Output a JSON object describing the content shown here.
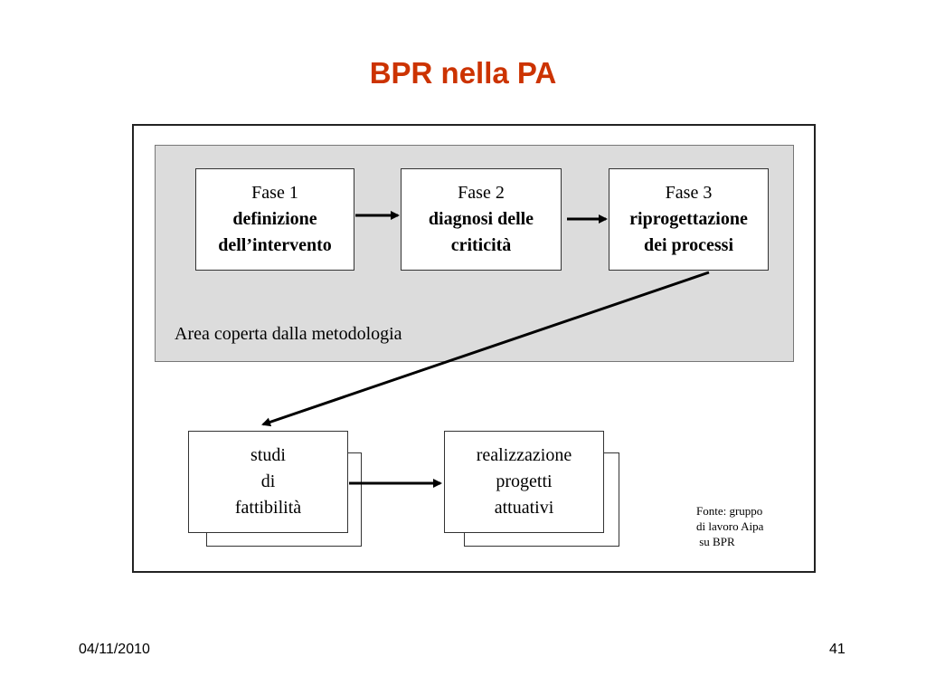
{
  "slide": {
    "title": "BPR nella PA"
  },
  "diagram": {
    "area_label": "Area coperta dalla metodologia",
    "phases": [
      {
        "line1": "Fase 1",
        "bold1": "definizione",
        "bold2": "dell’intervento"
      },
      {
        "line1": "Fase 2",
        "bold1": "diagnosi delle",
        "bold2": "criticità"
      },
      {
        "line1": "Fase 3",
        "bold1": "riprogettazione",
        "bold2": "dei processi"
      }
    ],
    "lower": [
      {
        "line1": "studi",
        "line2": "di",
        "line3": "fattibilità"
      },
      {
        "line1": "realizzazione",
        "line2": "progetti",
        "line3": "attuativi"
      }
    ],
    "source": {
      "line1": "Fonte: gruppo",
      "line2": "di lavoro Aipa",
      "line3": " su BPR"
    }
  },
  "footer": {
    "date": "04/11/2010",
    "page": "41"
  }
}
